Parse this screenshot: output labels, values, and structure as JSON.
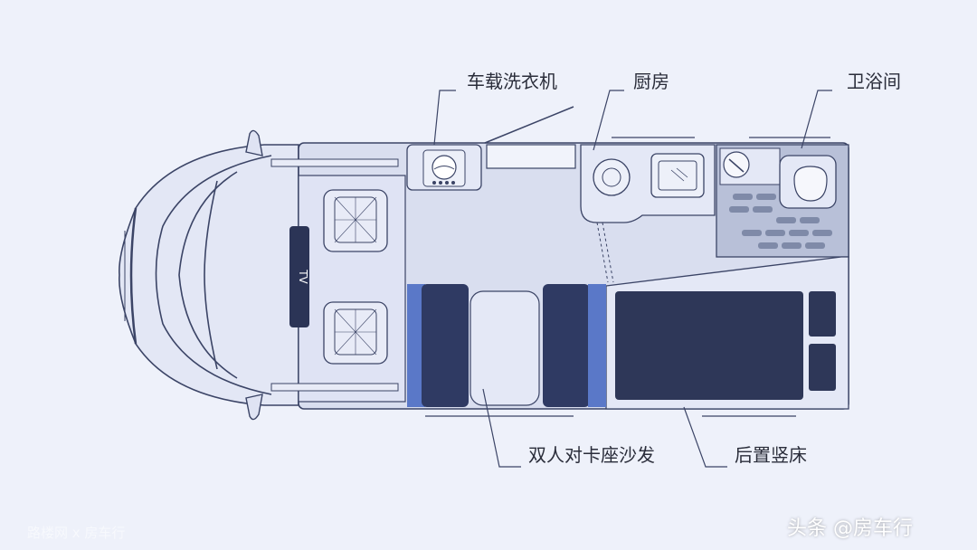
{
  "labels": {
    "washer": "车载洗衣机",
    "kitchen": "厨房",
    "bathroom": "卫浴间",
    "dinette": "双人对卡座沙发",
    "bed": "后置竖床"
  },
  "tv_label": "TV",
  "watermark_left": "路楼网 x 房车行",
  "watermark_right": "头条 @房车行",
  "colors": {
    "background": "#eef1fa",
    "floor": "#d9deef",
    "outline": "#3b4466",
    "cabinet": "#e4e8f6",
    "navy_seat": "#2f3a63",
    "accent_blue": "#5a78c8",
    "bed": "#2e3758",
    "counter_gray": "#9aa4c0",
    "tv_panel": "#2b3456"
  }
}
